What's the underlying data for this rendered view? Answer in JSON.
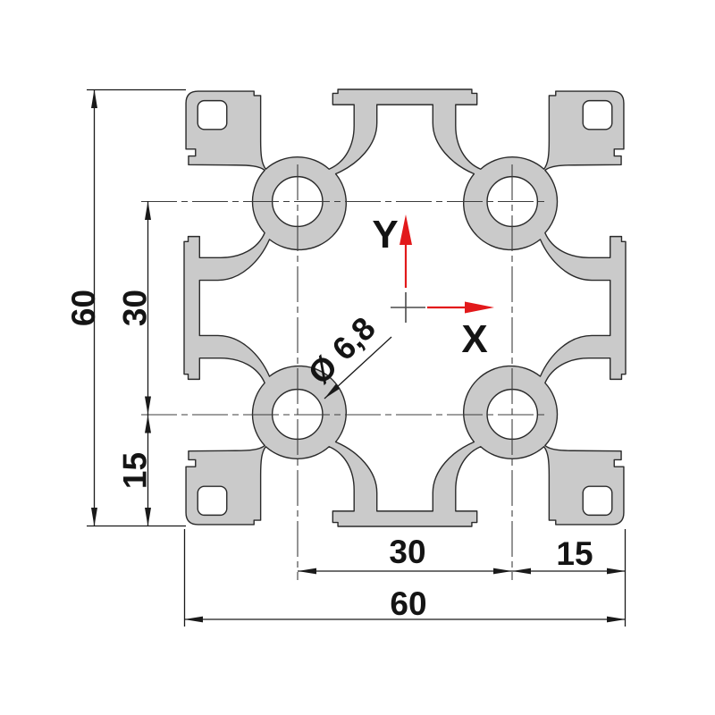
{
  "drawing": {
    "dimensions": {
      "left_total": "60",
      "left_upper": "30",
      "left_lower": "15",
      "bottom_center": "30",
      "bottom_right": "15",
      "bottom_total": "60"
    },
    "hole_callout": "Ø 6,8",
    "axes": {
      "x_label": "X",
      "y_label": "Y"
    },
    "colors": {
      "profile_fill": "#cacaca",
      "outline": "#2a2a2a",
      "dimension_lines": "#1a1a1a",
      "centerline": "#3c3c3c",
      "axis_red": "#e2191b"
    }
  }
}
